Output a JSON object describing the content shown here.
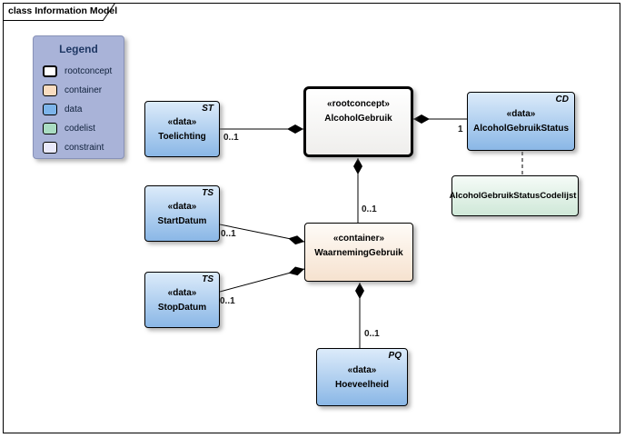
{
  "frame": {
    "tab_label": "class Information Model"
  },
  "legend": {
    "title": "Legend",
    "background": "#A9B3D8",
    "items": [
      {
        "label": "rootconcept",
        "color": "#FFFFFF"
      },
      {
        "label": "container",
        "color": "#F9DCC0"
      },
      {
        "label": "data",
        "color": "#7DB4EA"
      },
      {
        "label": "codelist",
        "color": "#A9DCC2"
      },
      {
        "label": "constraint",
        "color": "#E9E9FB"
      }
    ]
  },
  "nodes": {
    "alcoholgebruik": {
      "stereotype": "«rootconcept»",
      "name": "AlcoholGebruik"
    },
    "toelichting": {
      "stereotype": "«data»",
      "name": "Toelichting",
      "marker": "ST"
    },
    "startdatum": {
      "stereotype": "«data»",
      "name": "StartDatum",
      "marker": "TS"
    },
    "stopdatum": {
      "stereotype": "«data»",
      "name": "StopDatum",
      "marker": "TS"
    },
    "status": {
      "stereotype": "«data»",
      "name": "AlcoholGebruikStatus",
      "marker": "CD"
    },
    "codelijst": {
      "name": "AlcoholGebruikStatusCodelijst",
      "icon": "linked-document-icon"
    },
    "waarneming": {
      "stereotype": "«container»",
      "name": "WaarnemingGebruik"
    },
    "hoeveelheid": {
      "stereotype": "«data»",
      "name": "Hoeveelheid",
      "marker": "PQ"
    }
  },
  "edges": {
    "toelichting_alcoholgebruik": {
      "from": "Toelichting",
      "to": "AlcoholGebruik",
      "type": "composition",
      "multiplicity": "0..1"
    },
    "status_alcoholgebruik": {
      "from": "AlcoholGebruikStatus",
      "to": "AlcoholGebruik",
      "type": "composition",
      "multiplicity": "1"
    },
    "waarneming_alcoholgebruik": {
      "from": "WaarnemingGebruik",
      "to": "AlcoholGebruik",
      "type": "composition",
      "multiplicity": "0..1"
    },
    "startdatum_waarneming": {
      "from": "StartDatum",
      "to": "WaarnemingGebruik",
      "type": "composition",
      "multiplicity": "0..1"
    },
    "stopdatum_waarneming": {
      "from": "StopDatum",
      "to": "WaarnemingGebruik",
      "type": "composition",
      "multiplicity": "0..1"
    },
    "hoeveelheid_waarneming": {
      "from": "Hoeveelheid",
      "to": "WaarnemingGebruik",
      "type": "composition",
      "multiplicity": "0..1"
    },
    "status_codelijst": {
      "from": "AlcoholGebruikStatus",
      "to": "AlcoholGebruikStatusCodelijst",
      "type": "dashed-dependency"
    }
  },
  "colors": {
    "data_fill_top": "#DCEBFA",
    "data_fill_bottom": "#8AB7E6",
    "container_fill_top": "#FEFBF7",
    "container_fill_bottom": "#F6E2CF",
    "rootconcept_fill_top": "#FFFFFF",
    "rootconcept_fill_bottom": "#EFEEEC",
    "codelist_fill_top": "#F5FBF7",
    "codelist_fill_bottom": "#CFE8D8",
    "legend_title_color": "#1F3864",
    "line": "#000000"
  }
}
